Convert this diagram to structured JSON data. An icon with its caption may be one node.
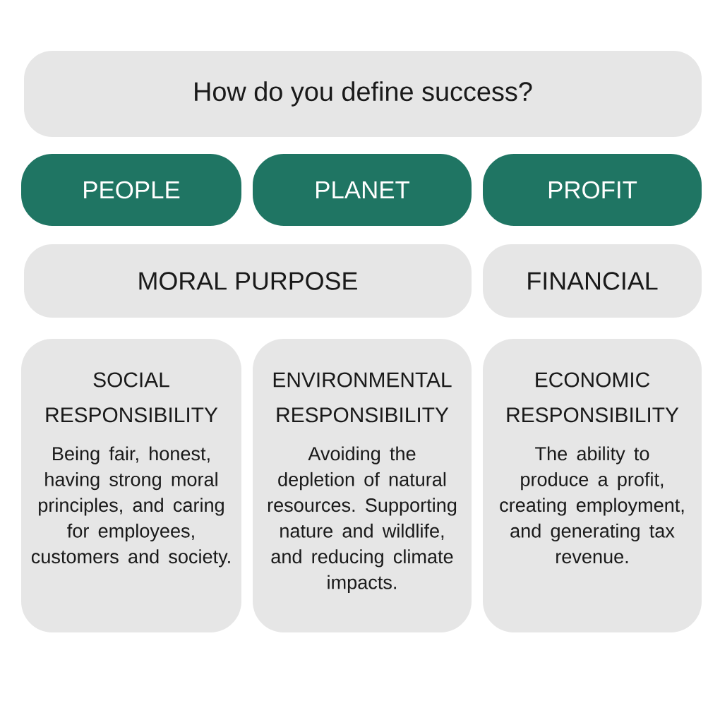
{
  "diagram": {
    "nodes": [
      {
        "text": [
          "How do you define success?"
        ]
      },
      {
        "text": [
          "PEOPLE"
        ]
      },
      {
        "text": [
          "PLANET"
        ]
      },
      {
        "text": [
          "PROFIT"
        ]
      },
      {
        "text": [
          "MORAL PURPOSE"
        ]
      },
      {
        "text": [
          "FINANCIAL"
        ]
      },
      {
        "text": [
          "SOCIAL RESPONSIBILITY",
          "Being fair, honest, having strong moral principles, and caring for employees, customers and society."
        ]
      },
      {
        "text": [
          "ENVIRONMENTAL RESPONSIBILITY",
          "Avoiding the depletion of natural resources. Supporting nature and wildlife, and reducing climate impacts."
        ]
      },
      {
        "text": [
          "ECONOMIC RESPONSIBILITY",
          "The ability to produce a profit, creating employment, and generating tax revenue."
        ]
      }
    ]
  }
}
